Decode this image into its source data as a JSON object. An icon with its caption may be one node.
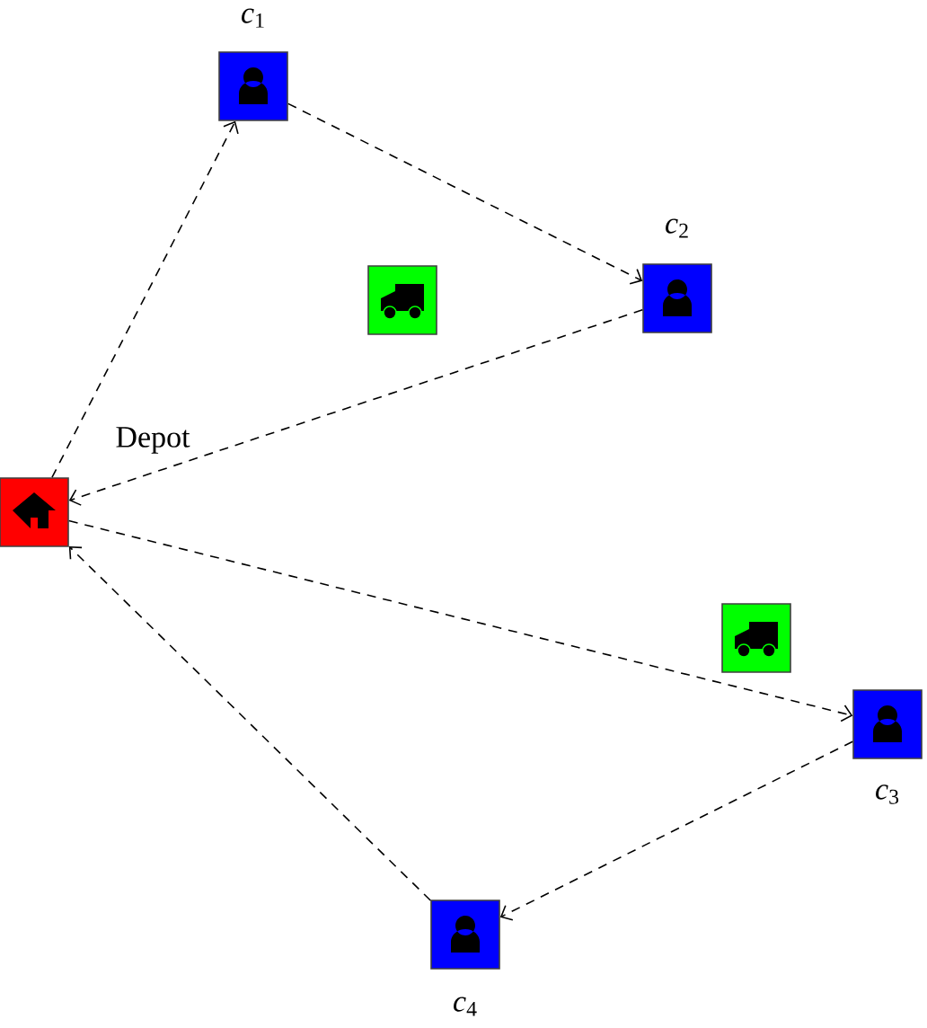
{
  "diagram": {
    "nodes": [
      {
        "text": [
          "Depot"
        ]
      },
      {
        "text": [
          "*c*$_{1}$"
        ]
      },
      {
        "text": [
          "*c*$_{2}$"
        ]
      },
      {
        "text": [
          "*c*$_{3}$"
        ]
      },
      {
        "text": [
          "*c*$_{4}$"
        ]
      },
      {
        "text": [],
        "shape": "box"
      },
      {
        "text": [],
        "shape": "box"
      }
    ],
    "edges": [
      {
        "from": 0,
        "to": 1,
        "arrow": "to",
        "style": "dashed"
      },
      {
        "from": 1,
        "to": 2,
        "arrow": "to",
        "style": "dashed"
      },
      {
        "from": 2,
        "to": 0,
        "arrow": "to",
        "style": "dashed"
      },
      {
        "from": 0,
        "to": 3,
        "arrow": "to",
        "style": "dashed"
      },
      {
        "from": 3,
        "to": 4,
        "arrow": "to",
        "style": "dashed"
      },
      {
        "from": 4,
        "to": 0,
        "arrow": "to",
        "style": "dashed"
      }
    ]
  }
}
